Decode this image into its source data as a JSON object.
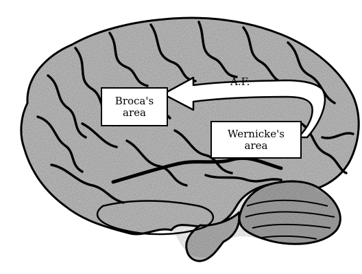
{
  "labels": {
    "broca": "Broca's\narea",
    "wernicke": "Wernicke's\narea",
    "arcuate_fasciculus": "A.F."
  },
  "colors": {
    "brain_fill": "#b9b9b9",
    "outline": "#000000",
    "arrow_fill": "#ffffff"
  }
}
